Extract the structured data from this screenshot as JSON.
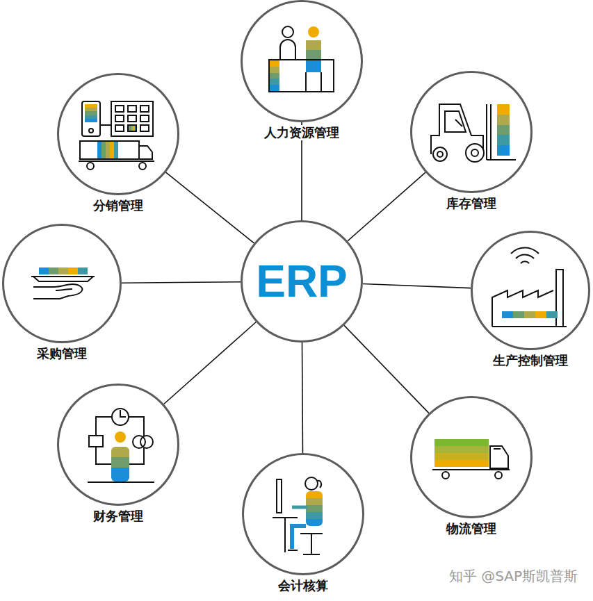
{
  "diagram": {
    "nodes": [
      {
        "text": [
          "人力资源管理"
        ]
      },
      {
        "text": [
          "分销管理"
        ]
      },
      {
        "text": [
          "库存管理"
        ]
      },
      {
        "text": [
          "采购管理"
        ]
      },
      {
        "text": [
          "ERP"
        ]
      },
      {
        "text": [
          "生产控制管理"
        ]
      },
      {
        "text": [
          "财务管理"
        ]
      },
      {
        "text": [
          "物流管理"
        ]
      },
      {
        "text": [
          "会计核算"
        ]
      }
    ],
    "edges": [
      {
        "from": 4,
        "to": 0,
        "arrow": "none"
      },
      {
        "from": 4,
        "to": 1,
        "arrow": "none"
      },
      {
        "from": 4,
        "to": 2,
        "arrow": "none"
      },
      {
        "from": 4,
        "to": 3,
        "arrow": "none"
      },
      {
        "from": 4,
        "to": 5,
        "arrow": "none"
      },
      {
        "from": 4,
        "to": 6,
        "arrow": "none"
      },
      {
        "from": 4,
        "to": 7,
        "arrow": "none"
      },
      {
        "from": 4,
        "to": 8,
        "arrow": "none"
      }
    ],
    "labels": [
      "知乎 @SAP斯凯普斯"
    ]
  }
}
